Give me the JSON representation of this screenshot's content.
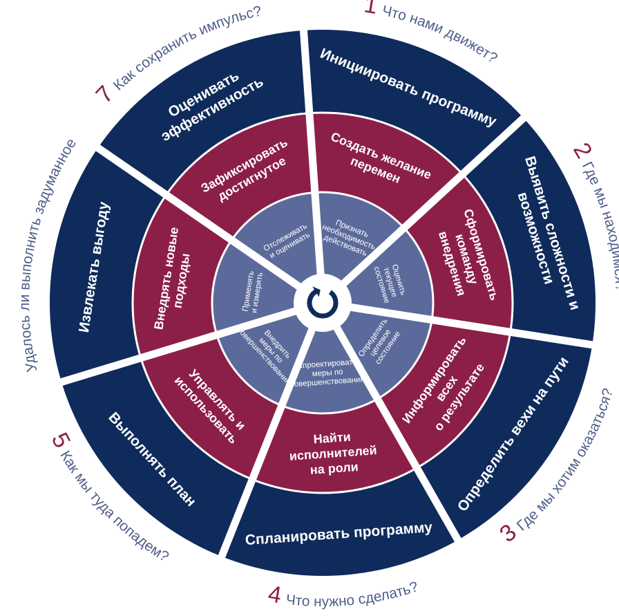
{
  "colors": {
    "outer": "#0f2b5b",
    "middle": "#8c1f48",
    "inner": "#5b6a9a",
    "hub": "#ffffff",
    "hub_icon": "#0f2b5b",
    "divider": "#ffffff",
    "question": "#4f5f8a",
    "number": "#8c1f48"
  },
  "sectors": [
    {
      "number": "1",
      "question": "Что нами движет?",
      "outer": [
        "Инициировать программу"
      ],
      "middle": [
        "Создать желание",
        "перемен"
      ],
      "inner": [
        "Признать",
        "необходимость",
        "действовать"
      ]
    },
    {
      "number": "2",
      "question": "Где мы находимся?",
      "outer": [
        "Выявить сложности и",
        "возможности"
      ],
      "middle": [
        "Сформировать",
        "команду",
        "внедрения"
      ],
      "inner": [
        "Оценить",
        "текущее",
        "состояние"
      ]
    },
    {
      "number": "3",
      "question": "Где мы хотим оказаться?",
      "outer": [
        "Определить вехи на пути"
      ],
      "middle": [
        "Информировать",
        "всех",
        "о результате"
      ],
      "inner": [
        "Определить",
        "целевое",
        "состояние"
      ]
    },
    {
      "number": "4",
      "question": "Что нужно сделать?",
      "outer": [
        "Спланировать программу"
      ],
      "middle": [
        "Найти",
        "исполнителей",
        "на роли"
      ],
      "inner": [
        "Спроектировать",
        "меры по",
        "совершенствованию"
      ]
    },
    {
      "number": "5",
      "question": "Как мы туда попадем?",
      "outer": [
        "Выполнять план"
      ],
      "middle": [
        "Управлять и",
        "использовать"
      ],
      "inner": [
        "Внедрить",
        "меры по",
        "совершенствованию"
      ]
    },
    {
      "number": "6",
      "question": "Удалось ли выполнить задуманное?",
      "outer": [
        "Извлекать выгоду"
      ],
      "middle": [
        "Внедрять новые",
        "подходы"
      ],
      "inner": [
        "Применять",
        "и измерять"
      ]
    },
    {
      "number": "7",
      "question": "Как сохранить импульс?",
      "outer": [
        "Оценивать",
        "эффективность"
      ],
      "middle": [
        "Зафиксировать",
        "достигнутое"
      ],
      "inner": [
        "Отслеживать",
        "и оценивать"
      ]
    }
  ],
  "hub_icon": "refresh-cycle-icon"
}
